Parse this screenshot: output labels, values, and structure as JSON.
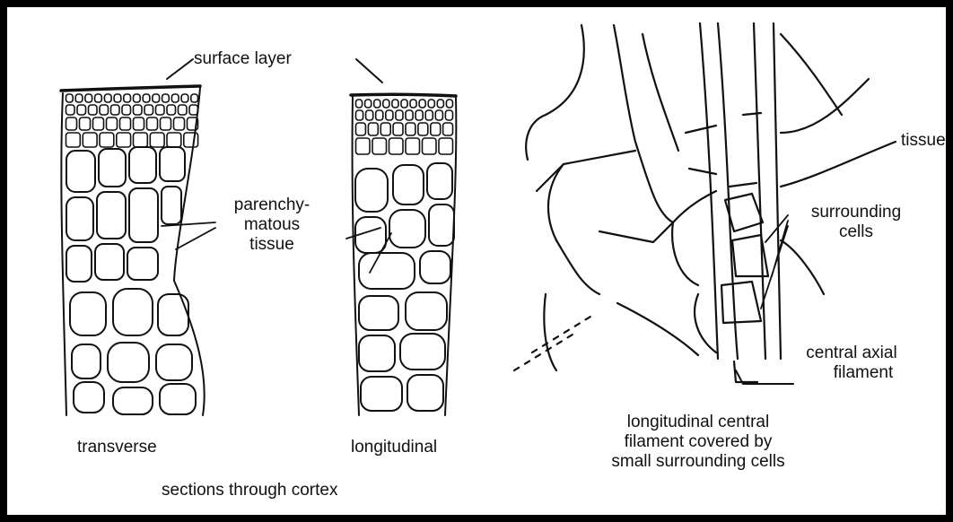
{
  "labels": {
    "surface_layer": "surface layer",
    "parenchymatous": [
      "parenchy-",
      "matous",
      "tissue"
    ],
    "transverse": "transverse",
    "longitudinal": "longitudinal",
    "sections": "sections through cortex",
    "tissue_right": "tissue",
    "surrounding": [
      "surrounding",
      "cells"
    ],
    "central_axial": [
      "central axial",
      "filament"
    ],
    "caption_right": [
      "longitudinal central",
      "filament covered by",
      "small surrounding cells"
    ]
  },
  "colors": {
    "ink": "#111111",
    "frame": "#000000",
    "paper": "#ffffff"
  }
}
